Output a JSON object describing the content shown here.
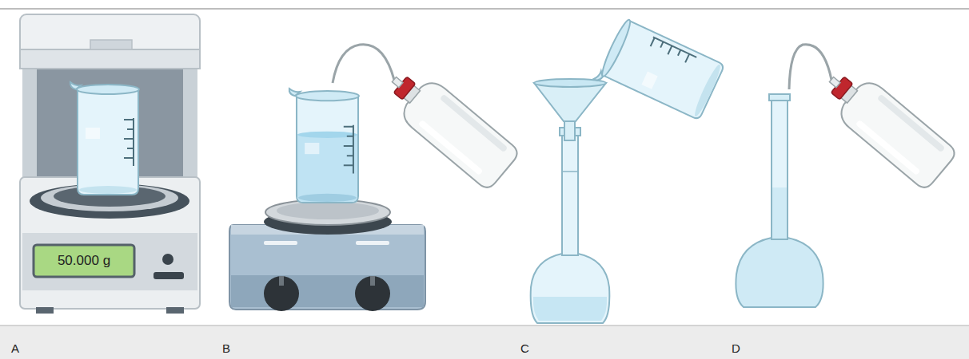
{
  "diagram": {
    "labels": [
      "50.000 g",
      "A",
      "B",
      "C",
      "D"
    ]
  }
}
